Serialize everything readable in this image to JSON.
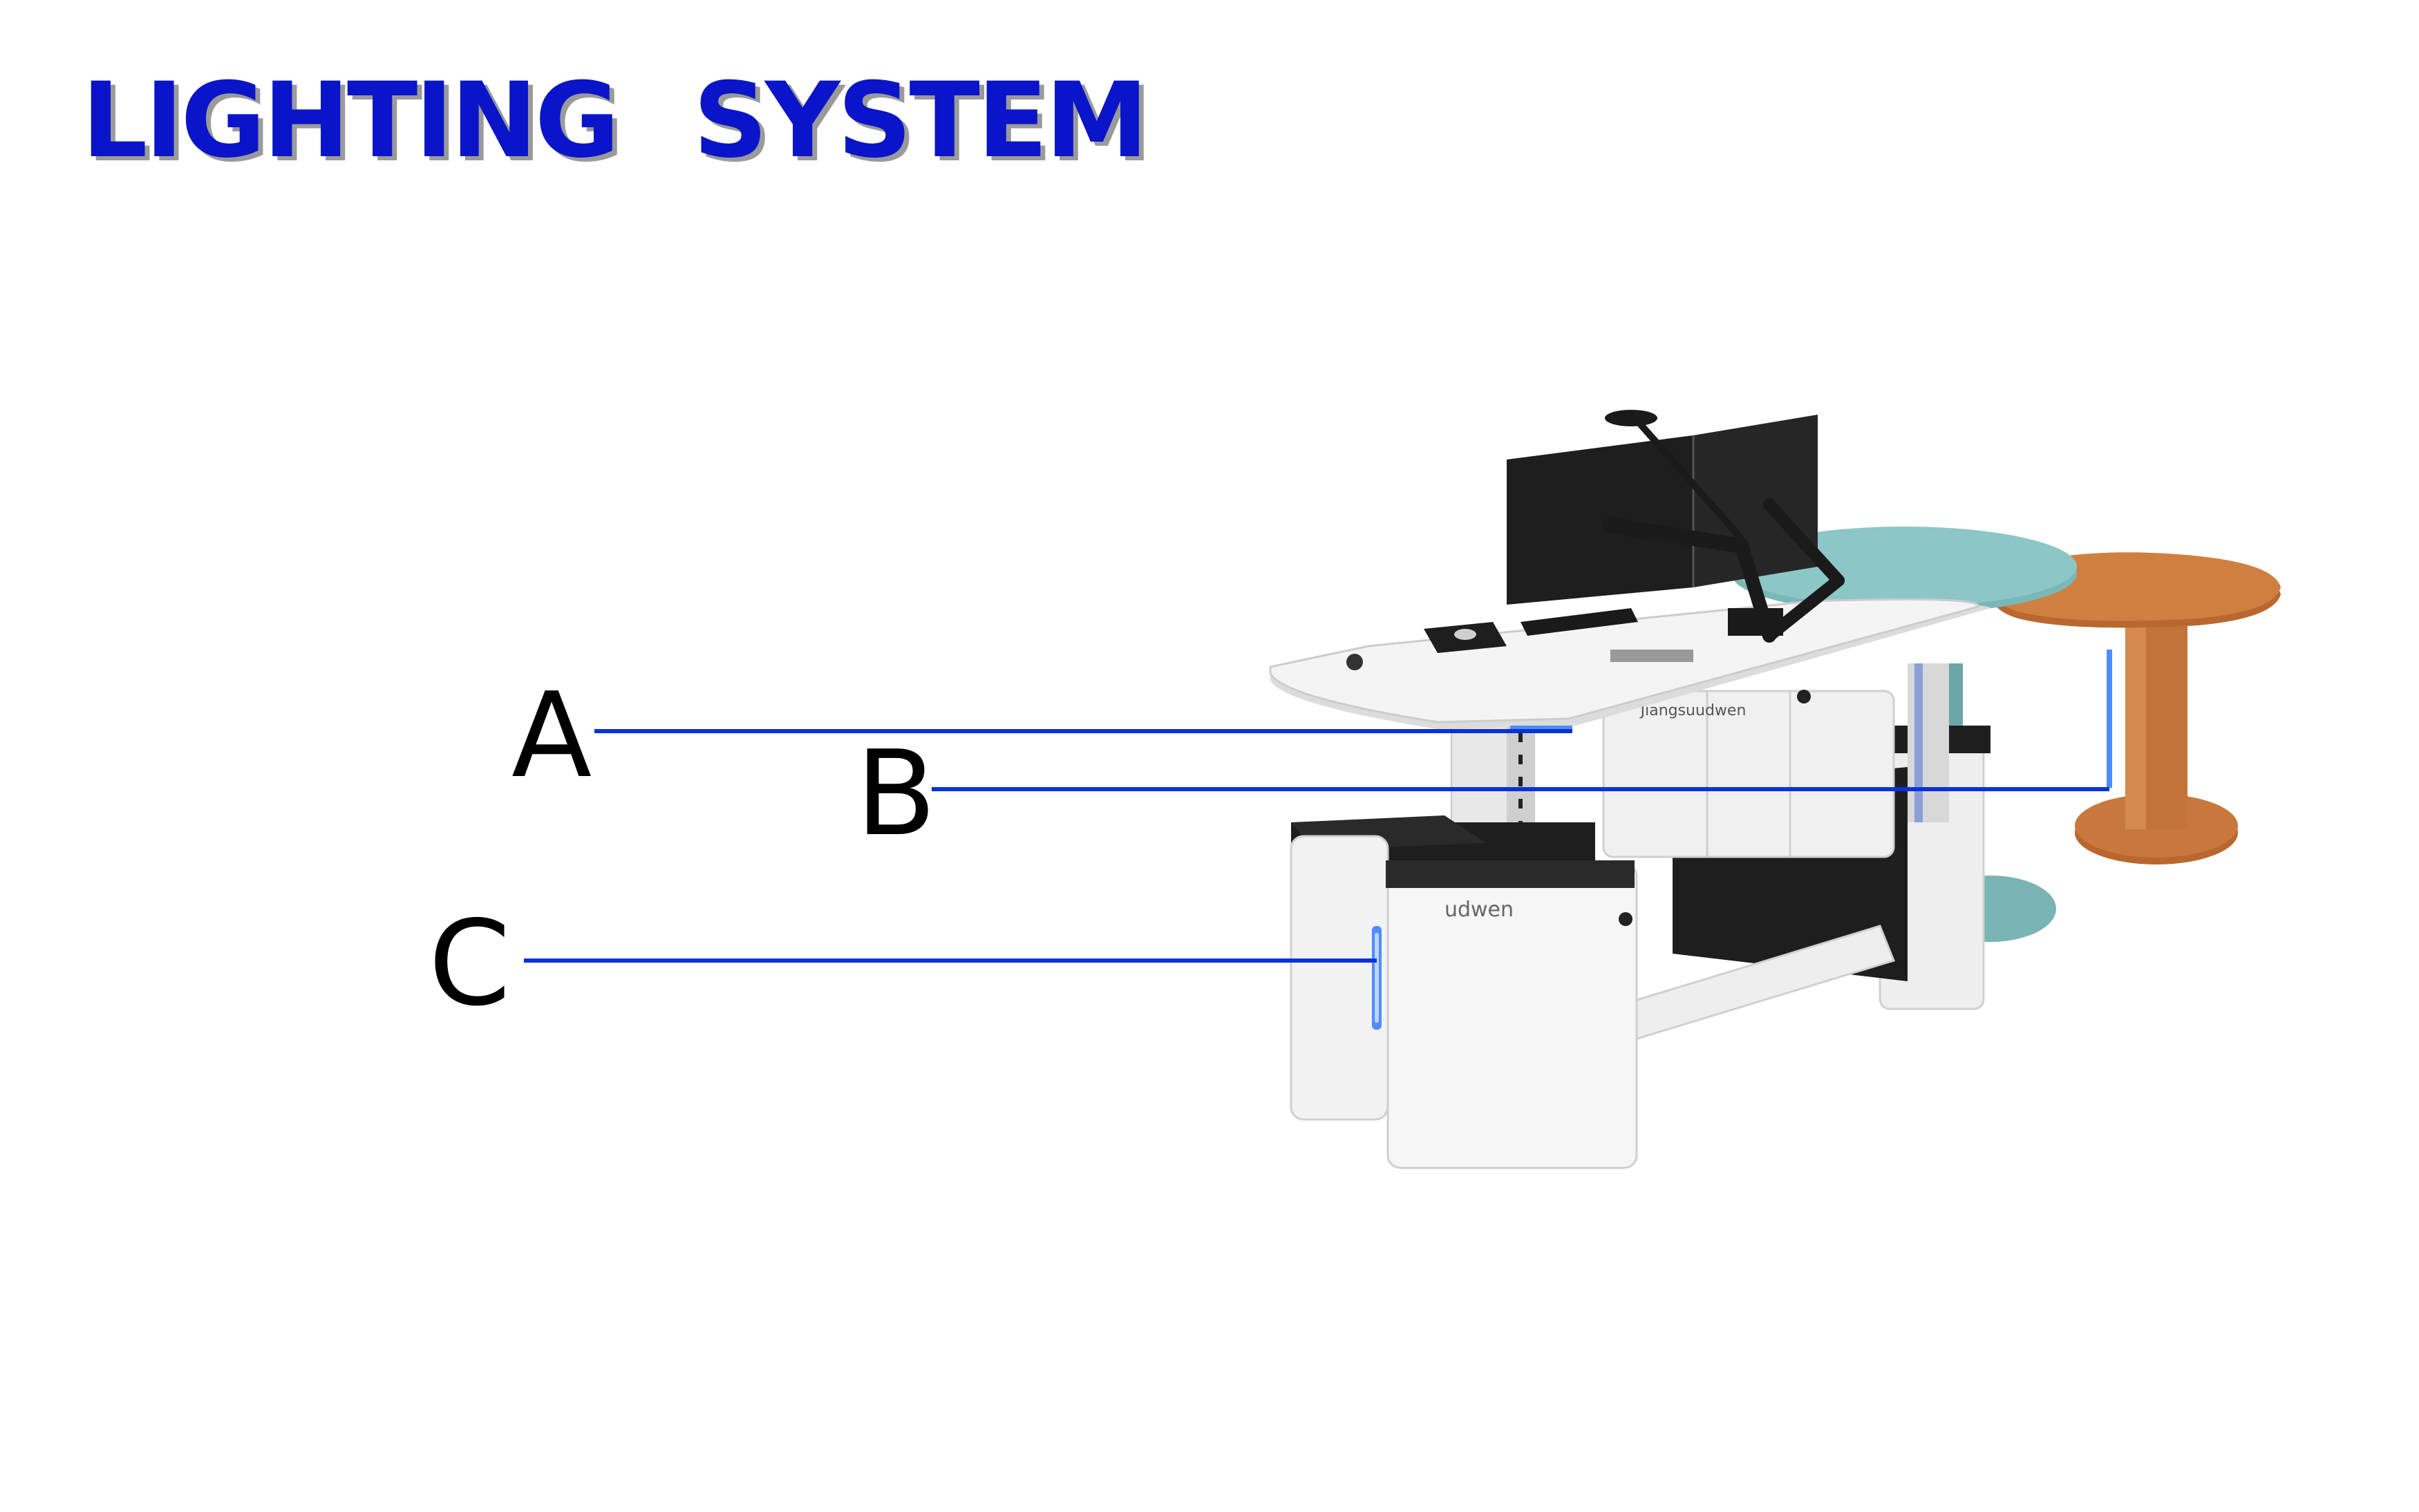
{
  "title": {
    "word1": "LIGHTING",
    "word2": "SYSTEM"
  },
  "callouts": [
    {
      "label": "A"
    },
    {
      "label": "B"
    },
    {
      "label": "C"
    }
  ],
  "desk": {
    "brand_front": "Jiangsuudwen",
    "brand_cabinet": "udwen"
  },
  "colors": {
    "title": "#0a14c8",
    "title_shadow": "#9a9a9a",
    "callout_line": "#0a32d6",
    "light_strip": "#4f8cff",
    "desk_white": "#f2f2f2",
    "teal_table": "#8cc6c6",
    "copper_table": "#c8783c",
    "dark_panel": "#1e1e1e"
  }
}
